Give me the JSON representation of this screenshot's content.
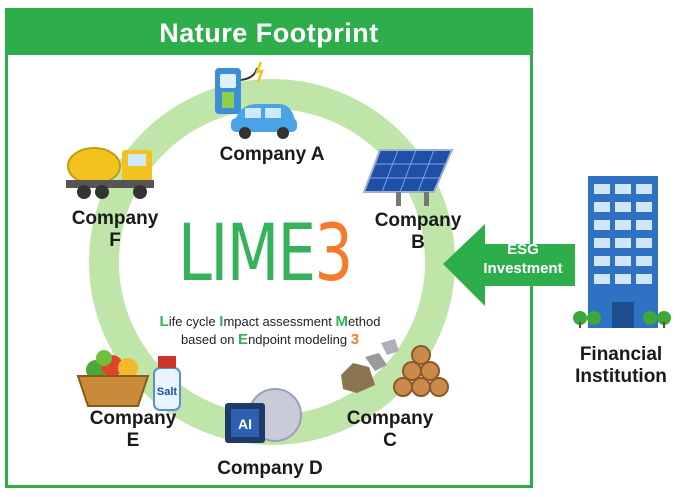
{
  "header": {
    "title": "Nature Footprint"
  },
  "lime": {
    "logo_main": "LIME",
    "logo_num": "3"
  },
  "tagline": {
    "L": "L",
    "line1_a": "ife cycle ",
    "I": "I",
    "line1_b": "mpact assessment ",
    "M": "M",
    "line1_c": "ethod",
    "line2_a": "based on ",
    "E": "E",
    "line2_b": "ndpoint modeling ",
    "three": "3"
  },
  "companies": {
    "a": "Company  A",
    "b": "Company\nB",
    "c": "Company\nC",
    "d": "Company  D",
    "e": "Company\nE",
    "f": "Company\nF"
  },
  "esg": {
    "label": "ESG\nInvestment"
  },
  "financial": {
    "label": "Financial\nInstitution"
  },
  "salt_label": "Salt",
  "ai_label": "AI",
  "colors": {
    "green": "#2eae4b",
    "ring": "#bfe6a8",
    "orange": "#f47b2a"
  }
}
